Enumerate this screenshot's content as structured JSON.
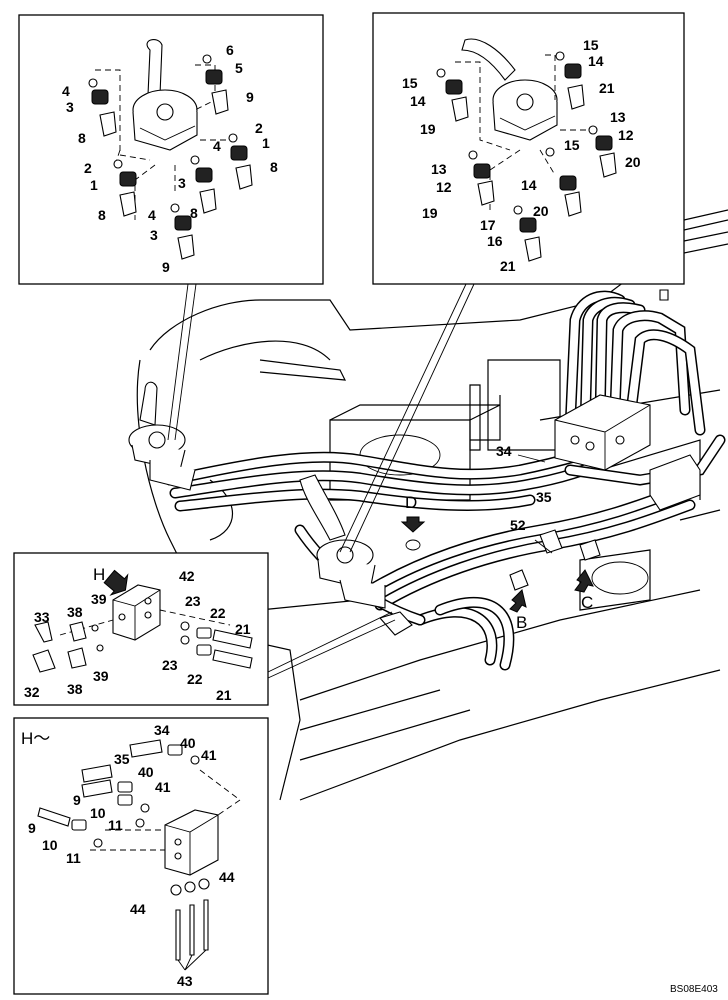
{
  "drawing_code": "BS08E403",
  "view_letters": {
    "d": "D",
    "b": "B",
    "c": "C",
    "h": "H",
    "h_cont": "H～"
  },
  "callouts": {
    "p4a": "4",
    "p3a": "3",
    "p8a": "8",
    "p6": "6",
    "p5": "5",
    "p9a": "9",
    "p2a": "2",
    "p4b": "4",
    "p1a": "1",
    "p2b": "2",
    "p1b": "1",
    "p3b": "3",
    "p8b": "8",
    "p8c": "8",
    "p4c": "4",
    "p8d": "8",
    "p3c": "3",
    "p9b": "9",
    "q15a": "15",
    "q14a": "14",
    "q19a": "19",
    "q15b": "15",
    "q14b": "14",
    "q21a": "21",
    "q13a": "13",
    "q12a": "12",
    "q13b": "13",
    "q12b": "12",
    "q15c": "15",
    "q20a": "20",
    "q19b": "19",
    "q14c": "14",
    "q20b": "20",
    "q17": "17",
    "q16": "16",
    "q21b": "21",
    "m34": "34",
    "m35": "35",
    "m52": "52",
    "h33": "33",
    "h38a": "38",
    "h39a": "39",
    "h42": "42",
    "h23a": "23",
    "h22a": "22",
    "h21a": "21",
    "h32": "32",
    "h38b": "38",
    "h39b": "39",
    "h23b": "23",
    "h22b": "22",
    "h21b": "21",
    "k34": "34",
    "k40a": "40",
    "k41a": "41",
    "k35": "35",
    "k40b": "40",
    "k9a": "9",
    "k10a": "10",
    "k41b": "41",
    "k11a": "11",
    "k9b": "9",
    "k10b": "10",
    "k11b": "11",
    "k44a": "44",
    "k44b": "44",
    "k43": "43"
  }
}
